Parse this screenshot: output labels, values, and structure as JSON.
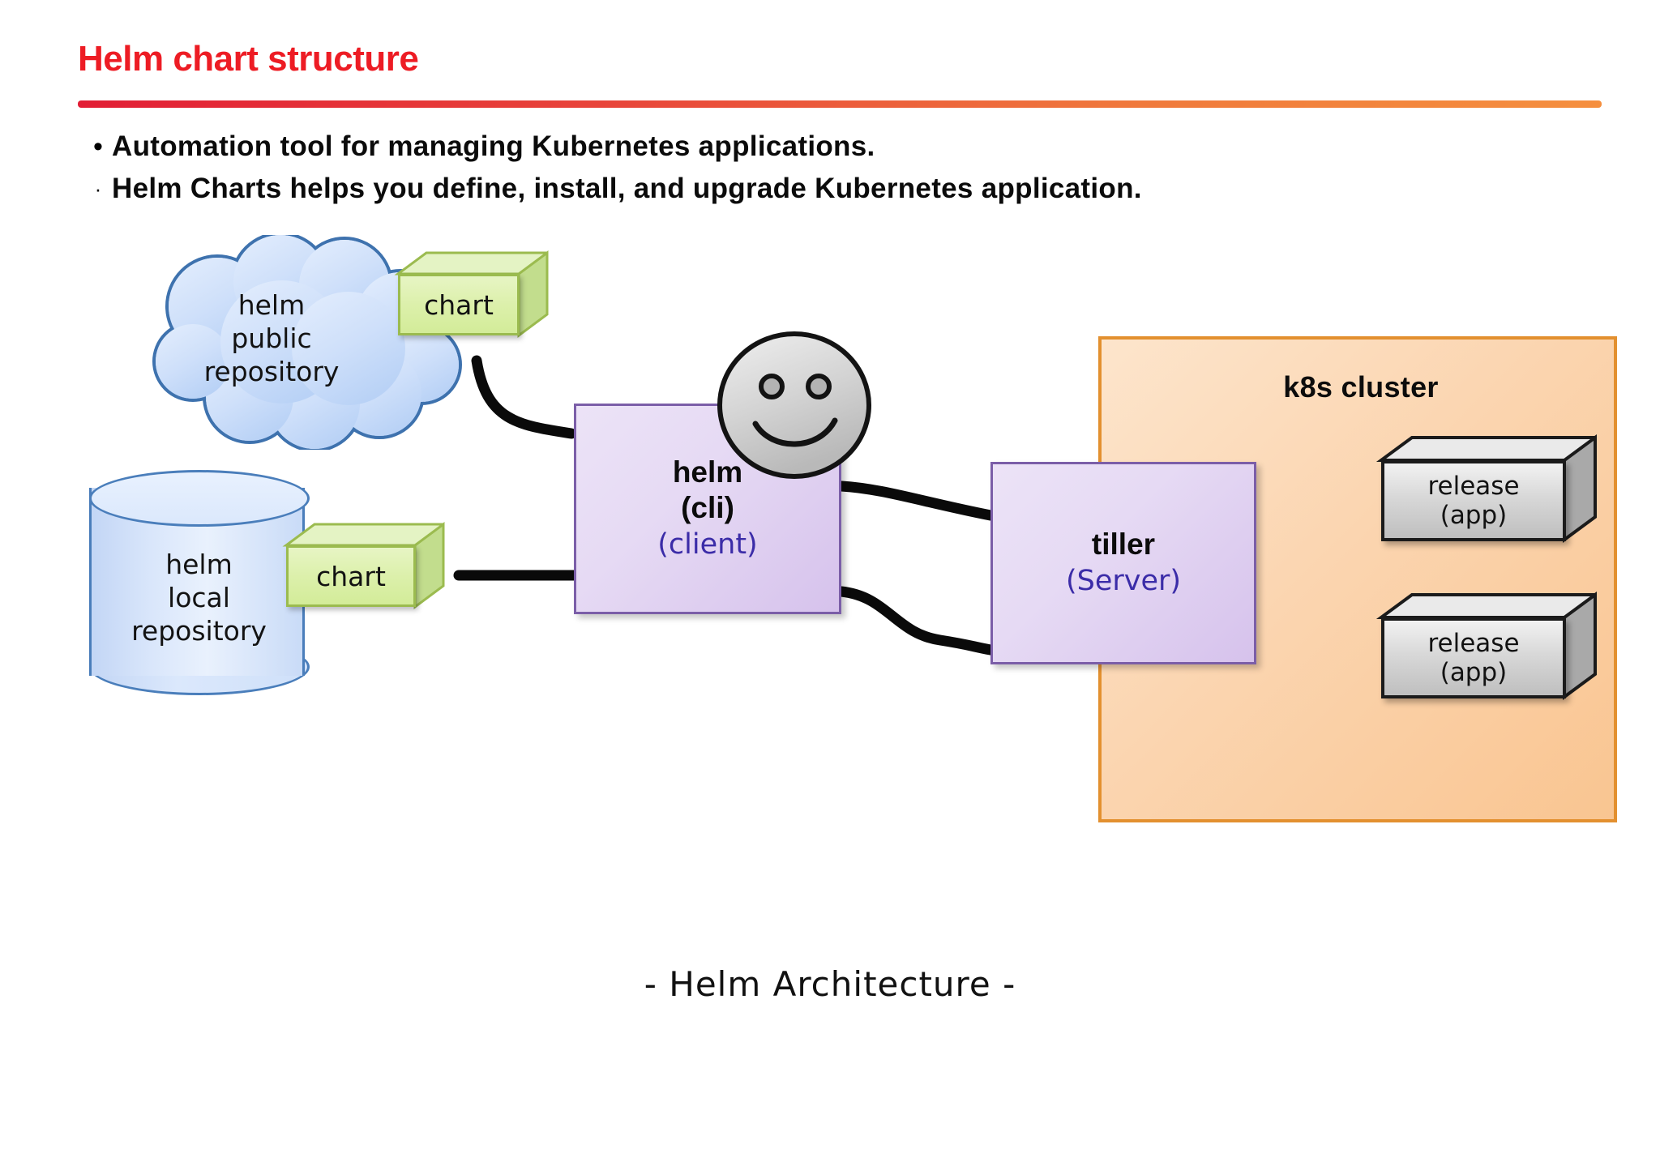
{
  "slide": {
    "title": "Helm chart structure",
    "accent_red": "#ED1C24",
    "rule_gradient_from": "#E21E35",
    "rule_gradient_to": "#F58F3E"
  },
  "bullets": [
    {
      "marker": "•",
      "text": "Automation tool for managing Kubernetes applications."
    },
    {
      "marker": "·",
      "text": "Helm Charts helps you define, install, and upgrade Kubernetes application."
    }
  ],
  "diagram": {
    "caption": "- Helm Architecture -",
    "public_repo": {
      "line1": "helm",
      "line2": "public",
      "line3": "repository",
      "fill": "#cfe0fa",
      "stroke": "#3E72AE"
    },
    "local_repo": {
      "line1": "helm",
      "line2": "local",
      "line3": "repository",
      "fill": "#d4e3fb",
      "stroke": "#4A7EBB"
    },
    "chart_top": {
      "label": "chart",
      "fill": "#dcf0ab",
      "stroke": "#9BBB4F"
    },
    "chart_bottom": {
      "label": "chart",
      "fill": "#dcf0ab",
      "stroke": "#9BBB4F"
    },
    "helm_cli": {
      "line1": "helm",
      "line2": "(cli)",
      "sub": "(client)",
      "fill": "#e0cef0",
      "stroke": "#7B5EA8",
      "sub_color": "#3B2CA8"
    },
    "tiller": {
      "line1": "tiller",
      "sub": "(Server)",
      "fill": "#e0cef0",
      "stroke": "#7B5EA8",
      "sub_color": "#3B2CA8"
    },
    "k8s_cluster": {
      "title": "k8s cluster",
      "fill": "#fbd5b0",
      "stroke": "#E3902F"
    },
    "releases": [
      {
        "line1": "release",
        "line2": "(app)"
      },
      {
        "line1": "release",
        "line2": "(app)"
      }
    ],
    "user_icon": "smiley-face-icon"
  }
}
